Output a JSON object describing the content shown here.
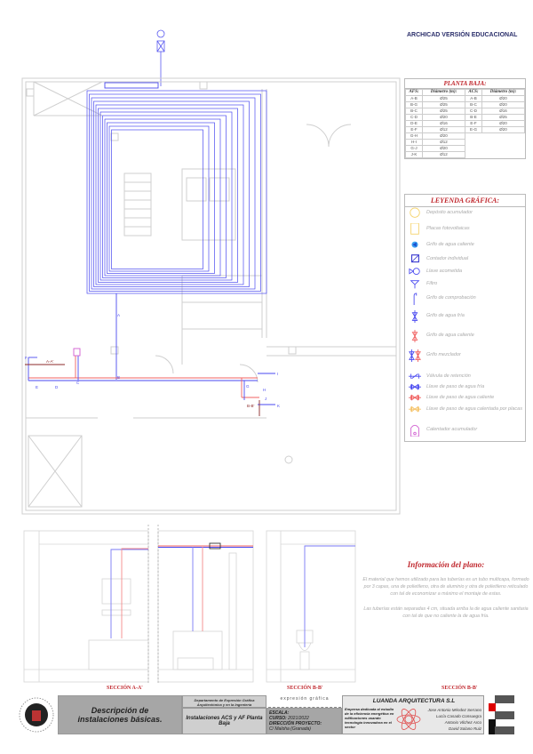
{
  "header": {
    "watermark": "ARCHICAD VERSIÓN EDUCACIONAL"
  },
  "table": {
    "title": "PLANTA BAJA:",
    "headers": [
      "AFS:",
      "Diámetro (m):",
      "ACS:",
      "Diámetro (m):"
    ],
    "rows": [
      [
        "A-B",
        "Ø25",
        "A-B",
        "Ø20"
      ],
      [
        "B-G",
        "Ø25",
        "B-C",
        "Ø20"
      ],
      [
        "B-C",
        "Ø25",
        "C-D",
        "Ø16"
      ],
      [
        "C-D",
        "Ø20",
        "B-E",
        "Ø25"
      ],
      [
        "D-E",
        "Ø16",
        "E-F",
        "Ø20"
      ],
      [
        "E-F",
        "Ø12",
        "E-G",
        "Ø20"
      ],
      [
        "G-H",
        "Ø20",
        "",
        ""
      ],
      [
        "H-I",
        "Ø12",
        "",
        ""
      ],
      [
        "G-J",
        "Ø20",
        "",
        ""
      ],
      [
        "J-K",
        "Ø12",
        "",
        ""
      ]
    ]
  },
  "legend": {
    "title": "LEYENDA GRÁFICA:",
    "items": [
      {
        "label": "Depósito acumulador",
        "icon": "tank-icon"
      },
      {
        "label": "Placas fotovoltaicas",
        "icon": "solar-panel-icon"
      },
      {
        "label": "Grifo de agua caliente",
        "icon": "hot-tap-icon"
      },
      {
        "label": "Contador individual",
        "icon": "meter-icon"
      },
      {
        "label": "Llave acometida",
        "icon": "supply-valve-icon"
      },
      {
        "label": "Filtro",
        "icon": "filter-icon"
      },
      {
        "label": "Grifo de comprobación",
        "icon": "test-tap-icon"
      },
      {
        "label": "Grifo de agua fría",
        "icon": "cold-tap-icon"
      },
      {
        "label": "Grifo de agua caliente",
        "icon": "hot-tap-red-icon"
      },
      {
        "label": "Grifo mezclador",
        "icon": "mixer-tap-icon"
      },
      {
        "label": "Válvula de retención",
        "icon": "check-valve-icon"
      },
      {
        "label": "Llave de paso de agua fría",
        "icon": "cold-stop-valve-icon"
      },
      {
        "label": "Llave de paso de agua caliente",
        "icon": "hot-stop-valve-icon"
      },
      {
        "label": "Llave de paso de agua calentada por placas",
        "icon": "solar-stop-valve-icon"
      },
      {
        "label": "Calentador acumulador",
        "icon": "water-heater-icon"
      }
    ]
  },
  "plan_labels": {
    "A": "A",
    "B": "B",
    "C": "C",
    "D": "D",
    "E": "E",
    "F": "F",
    "G": "G",
    "H": "H",
    "I": "I",
    "J": "J",
    "K": "K",
    "cut_aa": "A-A'",
    "cut_bb": "B-B'"
  },
  "info": {
    "title": "Información del plano:",
    "p1": "El material que hemos utilizado para las tuberías es un tubo multicapa, formado por 3 capas, una de polietileno, otra de aluminio y otra de polietileno reticulado con tal de economizar a máximo el montaje de estas.",
    "p2": "Las tuberías están separadas 4 cm, situada arriba la de agua caliente sanitaria con tal de que no caliente la de agua fría."
  },
  "sections": [
    "SECCIÓN A-A'",
    "SECCIÓN B-B'",
    "SECCIÓN B-B'"
  ],
  "titleblock": {
    "subject": "Descripción de instalaciones básicas.",
    "department": "Departamento de Expresión Gráfica Arquitectónica y en la Ingeniería",
    "logo_text": "expresión gráfica",
    "sheet": "Instalaciones ACS y AF Planta Baja",
    "escala_label": "ESCALA:",
    "curso_label": "CURSO:",
    "curso": "2021/2022",
    "direccion_label": "DIRECCIÓN PROYECTO:",
    "direccion": "C/ Maloha (Granada)",
    "company": "LUANDA ARQUITECTURA S.L",
    "company_desc": "Empresa dedicada al estudio de la eficiencia energética en edificaciones usando tecnología innovadora en el sector",
    "authors": [
      "Jose Antonio Méndez Serrano",
      "Lucía Casado Consuegra",
      "Antonio Vilchez Arco",
      "David Solano Ruiz"
    ]
  },
  "colors": {
    "cold": "#4a4af0",
    "hot": "#f06060",
    "accent": "#c0272d",
    "wall": "#cccccc"
  }
}
